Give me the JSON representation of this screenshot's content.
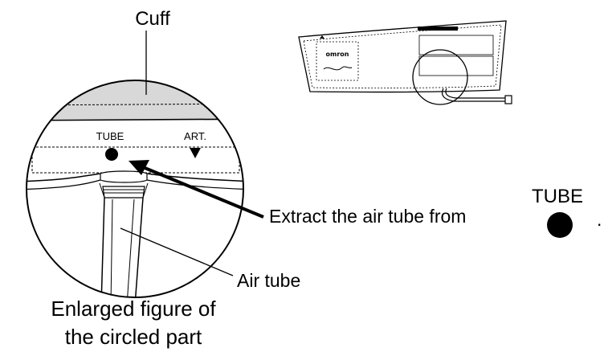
{
  "labels": {
    "cuff": "Cuff",
    "tube_marker": "TUBE",
    "art_marker": "ART.",
    "instruction": "Extract the air tube from",
    "instruction_tube": "TUBE",
    "instruction_period": ".",
    "air_tube": "Air tube",
    "caption_line1": "Enlarged figure of",
    "caption_line2": "the circled part",
    "brand": "omron"
  },
  "colors": {
    "line": "#000000",
    "cuff_fill": "#d8d8d8",
    "background": "#ffffff"
  }
}
